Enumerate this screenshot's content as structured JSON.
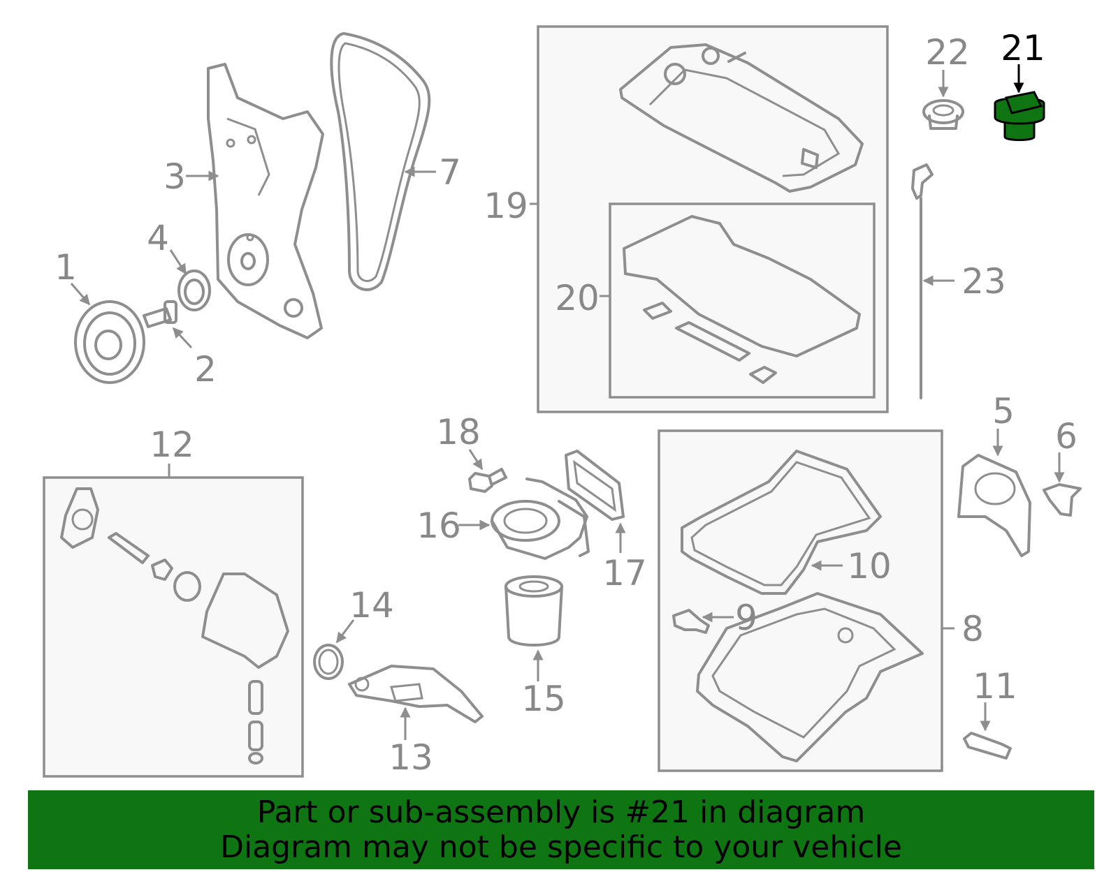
{
  "callouts": [
    {
      "id": "1",
      "text": "1"
    },
    {
      "id": "2",
      "text": "2"
    },
    {
      "id": "3",
      "text": "3"
    },
    {
      "id": "4",
      "text": "4"
    },
    {
      "id": "5",
      "text": "5"
    },
    {
      "id": "6",
      "text": "6"
    },
    {
      "id": "7",
      "text": "7"
    },
    {
      "id": "8",
      "text": "8"
    },
    {
      "id": "9",
      "text": "9"
    },
    {
      "id": "10",
      "text": "10"
    },
    {
      "id": "11",
      "text": "11"
    },
    {
      "id": "12",
      "text": "12"
    },
    {
      "id": "13",
      "text": "13"
    },
    {
      "id": "14",
      "text": "14"
    },
    {
      "id": "15",
      "text": "15"
    },
    {
      "id": "16",
      "text": "16"
    },
    {
      "id": "17",
      "text": "17"
    },
    {
      "id": "18",
      "text": "18"
    },
    {
      "id": "19",
      "text": "19"
    },
    {
      "id": "20",
      "text": "20"
    },
    {
      "id": "21",
      "text": "21"
    },
    {
      "id": "22",
      "text": "22"
    },
    {
      "id": "23",
      "text": "23"
    }
  ],
  "highlighted_part": "21",
  "colors": {
    "highlight": "#0f7512",
    "part_stroke": "#8e8e8e",
    "label": "#888888",
    "highlight_label": "#000000"
  },
  "banner": {
    "line1": "Part or sub-assembly is #21 in diagram",
    "line2": "Diagram may not be specific to your vehicle"
  }
}
